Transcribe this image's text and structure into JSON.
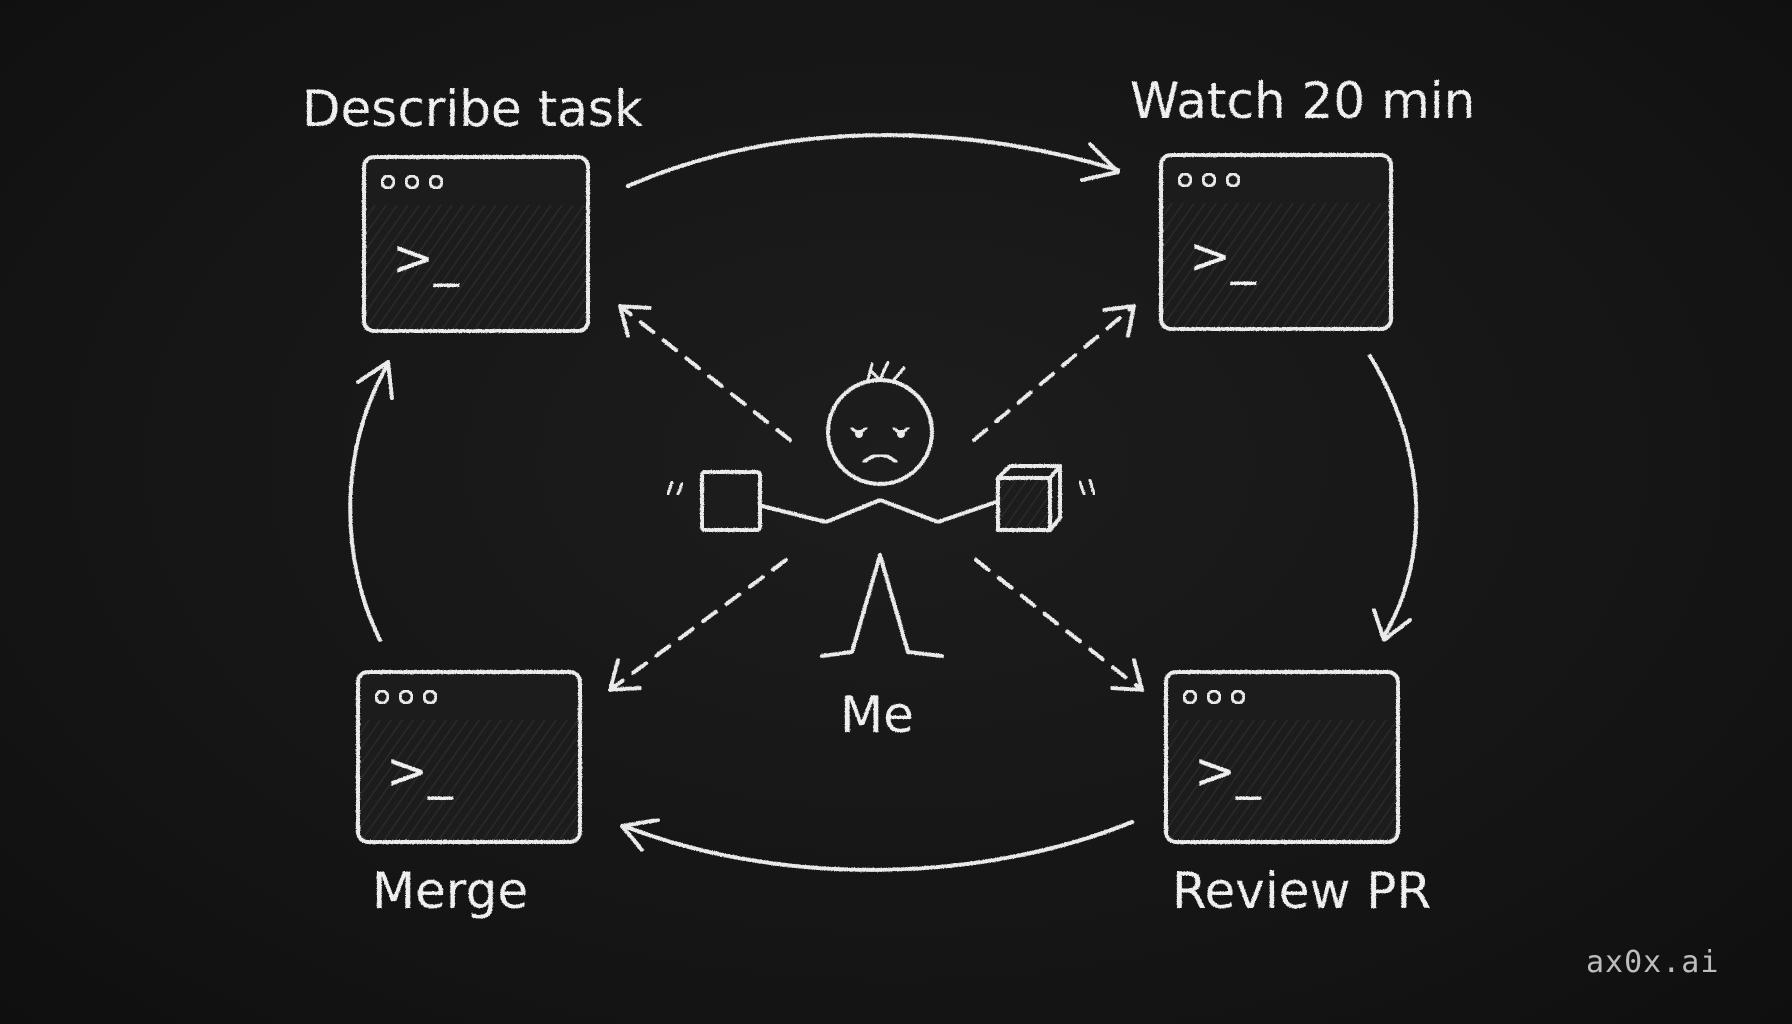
{
  "colors": {
    "background": "#151515",
    "chalk": "#eaeaea",
    "watermark": "#bdbdbd"
  },
  "steps": [
    {
      "id": "describe",
      "label": "Describe task"
    },
    {
      "id": "watch",
      "label": "Watch 20 min"
    },
    {
      "id": "review",
      "label": "Review PR"
    },
    {
      "id": "merge",
      "label": "Merge"
    }
  ],
  "terminal": {
    "prompt": ">_",
    "icon": "terminal-window-icon"
  },
  "center": {
    "label": "Me",
    "icon": "sad-stick-figure-icon"
  },
  "watermark": "ax0x.ai"
}
